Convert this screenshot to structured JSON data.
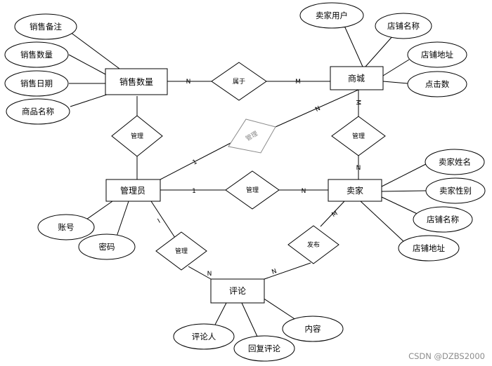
{
  "entities": {
    "sales": "销售数量",
    "mall": "商城",
    "admin": "管理员",
    "seller": "卖家",
    "review": "评论"
  },
  "attributes": {
    "sales_note": "销售备注",
    "sales_qty": "销售数量",
    "sales_date": "销售日期",
    "product_name": "商品名称",
    "seller_user": "卖家用户",
    "mall_shop_name": "店铺名称",
    "mall_shop_addr": "店铺地址",
    "clicks": "点击数",
    "seller_name": "卖家姓名",
    "seller_gender": "卖家性别",
    "seller_shop_name": "店铺名称",
    "seller_shop_addr": "店铺地址",
    "account": "账号",
    "password": "密码",
    "reviewer": "评论人",
    "reply": "回复评论",
    "content": "内容"
  },
  "relationships": {
    "belongs": "属于",
    "admin_sales": "管理",
    "admin_mall": "管理",
    "mall_seller": "管理",
    "admin_seller": "管理",
    "admin_review": "管理",
    "publish": "发布"
  },
  "cardinalities": {
    "sales_belongs": "N",
    "belongs_mall": "M",
    "mall_admin": "N",
    "admin_mall": "1",
    "mall_rel": "M",
    "rel_seller": "N",
    "admin_rel": "1",
    "rel_seller2": "N",
    "admin_review": "I",
    "rel_review": "N",
    "seller_publish": "M",
    "publish_review": "N"
  },
  "watermark": "CSDN @DZBS2000"
}
